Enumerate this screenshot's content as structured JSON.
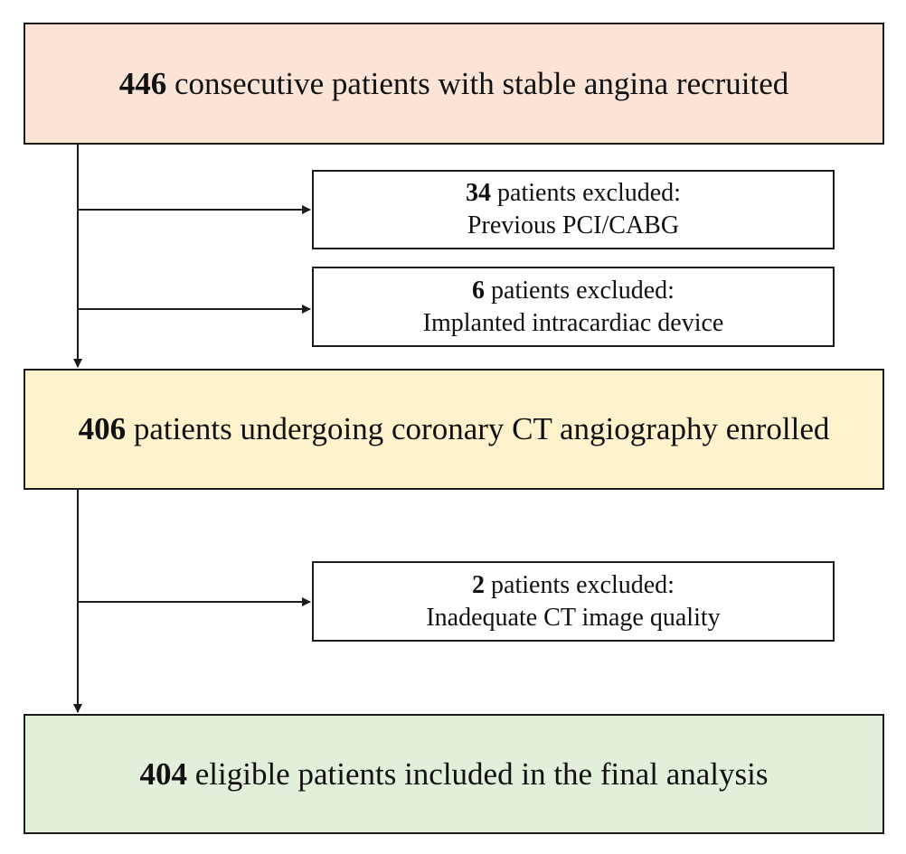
{
  "colors": {
    "recruited_fill": "#fbe4d6",
    "enrolled_fill": "#fff2cc",
    "final_fill": "#e2efda",
    "exclusion_fill": "#ffffff",
    "line": "#1a1a1a"
  },
  "flow": {
    "recruited": {
      "count": "446",
      "text": "consecutive patients with stable angina recruited"
    },
    "exclusion_1": {
      "count": "34",
      "line1_rest": "patients excluded:",
      "line2": "Previous PCI/CABG"
    },
    "exclusion_2": {
      "count": "6",
      "line1_rest": "patients excluded:",
      "line2": "Implanted intracardiac device"
    },
    "enrolled": {
      "count": "406",
      "text": "patients undergoing coronary CT angiography enrolled"
    },
    "exclusion_3": {
      "count": "2",
      "line1_rest": "patients excluded:",
      "line2": "Inadequate CT image quality"
    },
    "final": {
      "count": "404",
      "text": "eligible patients included in the final analysis"
    }
  }
}
